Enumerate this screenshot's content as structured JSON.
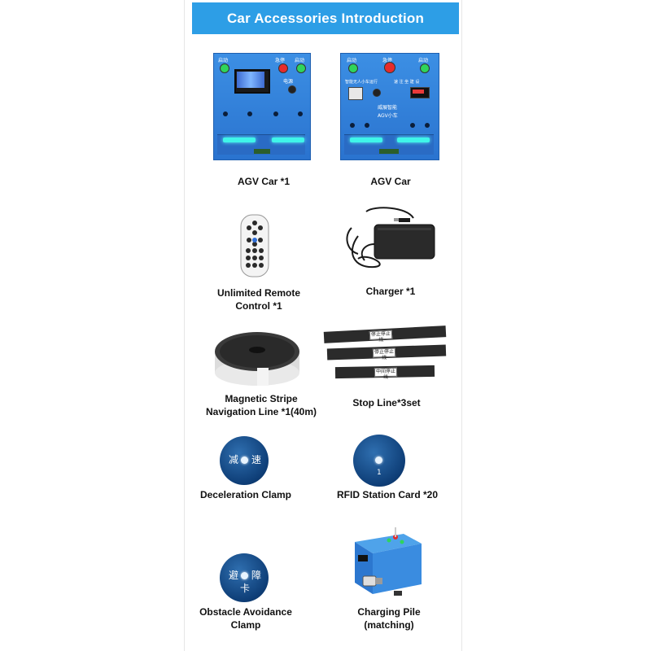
{
  "header": {
    "title": "Car Accessories Introduction"
  },
  "items": [
    {
      "caption": "AGV Car *1"
    },
    {
      "caption": "AGV Car"
    },
    {
      "caption_line1": "Unlimited Remote",
      "caption_line2": "Control *1"
    },
    {
      "caption": "Charger *1"
    },
    {
      "caption_line1": "Magnetic Stripe",
      "caption_line2": "Navigation Line *1(40m)"
    },
    {
      "caption": "Stop Line*3set"
    },
    {
      "caption": "Deceleration Clamp"
    },
    {
      "caption": "RFID Station Card *20"
    },
    {
      "caption_line1": "Obstacle Avoidance",
      "caption_line2": "Clamp"
    },
    {
      "caption_line1": "Charging Pile",
      "caption_line2": "(matching)"
    }
  ],
  "agv_panel_left": {
    "labels": [
      "启动",
      "急停",
      "启动",
      "电源"
    ]
  },
  "agv_panel_right": {
    "labels": [
      "启动",
      "急停",
      "启动",
      "智能无人小车运行",
      "速 注 坐 建 设",
      "威展智能",
      "AGV小车"
    ]
  },
  "stop_line_labels": [
    "停止停止线",
    "停止停止线",
    "中间停止线"
  ],
  "deceleration_clamp": {
    "char1": "减",
    "char2": "速"
  },
  "rfid_card": {
    "number": "1"
  },
  "obstacle_clamp": {
    "char1": "避",
    "char2": "障",
    "char3": "卡"
  },
  "colors": {
    "banner": "#2d9ee6",
    "panel": "#2f7fd8",
    "led": "#3ff5e9",
    "clamp": "#0e3e77"
  }
}
